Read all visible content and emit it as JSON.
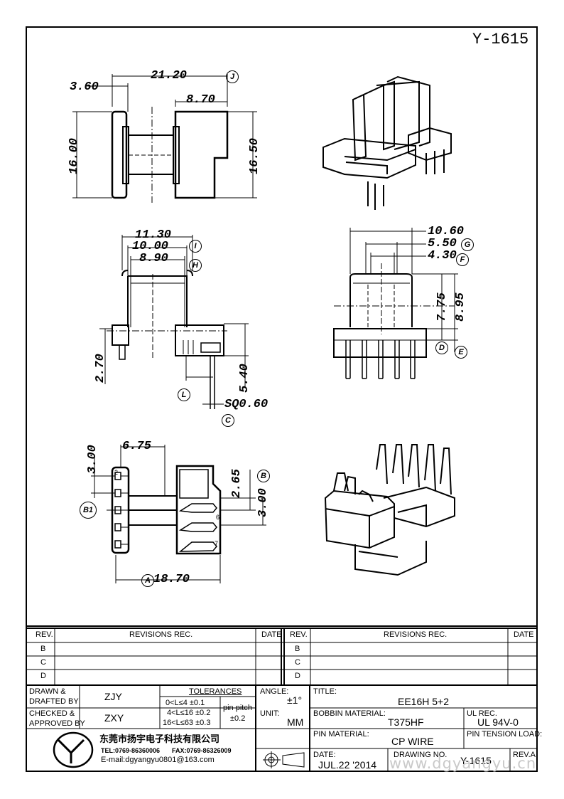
{
  "drawing": {
    "code": "Y-1615",
    "dims_top": {
      "d_3_60": "3.60",
      "d_21_20": "21.20",
      "d_8_70": "8.70",
      "d_16_00": "16.00",
      "d_16_50": "16.50",
      "ref_j": "J"
    },
    "dims_mid_left": {
      "d_11_30": "11.30",
      "d_10_00": "10.00",
      "d_8_90": "8.90",
      "d_2_70": "2.70",
      "d_5_40": "5.40",
      "d_sq": "SQ0.60",
      "ref_i": "I",
      "ref_h": "H",
      "ref_l": "L",
      "ref_c": "C"
    },
    "dims_mid_right": {
      "d_10_60": "10.60",
      "d_5_50": "5.50",
      "d_4_30": "4.30",
      "d_7_75": "7.75",
      "d_8_95": "8.95",
      "ref_g": "G",
      "ref_f": "F",
      "ref_d": "D",
      "ref_e": "E"
    },
    "dims_bottom": {
      "d_6_75": "6.75",
      "d_3_00a": "3.00",
      "d_2_65": "2.65",
      "d_3_00b": "3.00",
      "d_18_70": "18.70",
      "ref_b": "B",
      "ref_b1": "B1",
      "ref_a": "A",
      "pin6": "6",
      "pin7": "7",
      "pin2": "2"
    }
  },
  "revisions": {
    "col_rev": "REV.",
    "col_rec": "REVISIONS   REC.",
    "col_date": "DATE",
    "rows": [
      "B",
      "C",
      "D"
    ]
  },
  "title_block": {
    "drawn_label": "DRAWN &",
    "drafted_label": "DRAFTED BY",
    "drawn_value": "ZJY",
    "checked_label": "CHECKED &",
    "approved_label": "APPROVED BY",
    "checked_value": "ZXY",
    "tolerances_label": "TOLERANCES",
    "tol_1": "0<L≤4   ±0.1",
    "tol_2": "4<L≤16  ±0.2",
    "tol_3": "16<L≤63 ±0.3",
    "pin_pitch_label": "pin pitch",
    "pin_pitch_value": "±0.2",
    "angle_label": "ANGLE:",
    "angle_value": "±1°",
    "unit_label": "UNIT:",
    "unit_value": "MM",
    "title_label": "TITLE:",
    "title_value": "EE16H 5+2",
    "bobbin_label": "BOBBIN MATERIAL:",
    "bobbin_value": "T375HF",
    "ul_label": "UL REC.",
    "ul_value": "UL 94V-0",
    "pin_material_label": "PIN MATERIAL:",
    "pin_material_value": "CP WIRE",
    "pin_tension_label": "PIN TENSION LOAD:",
    "date_label": "DATE:",
    "date_value": "JUL.22 '2014",
    "drawing_no_label": "DRAWING NO.",
    "drawing_no_value": "Y-1615",
    "rev_label": "REV.A"
  },
  "company": {
    "name": "东莞市扬宇电子科技有限公司",
    "tel": "TEL:0769-86360006",
    "fax": "FAX:0769-86326009",
    "email": "E-mail:dgyangyu0801@163.com",
    "watermark": "www.dgyangyu.cn"
  }
}
